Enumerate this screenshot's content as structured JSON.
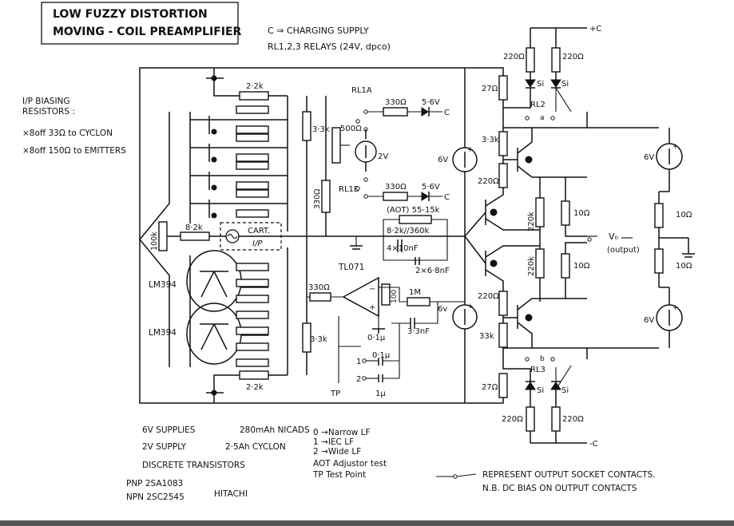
{
  "title": {
    "line1": "LOW FUZZY DISTORTION",
    "line2": "MOVING - COIL PREAMPLIFIER"
  },
  "header_notes": {
    "charging": "C ⇒ CHARGING SUPPLY",
    "relays": "RL1,2,3 RELAYS (24V, dpco)"
  },
  "biasing_notes": {
    "heading1": "I/P BIASING",
    "heading2": "RESISTORS :",
    "line1": "×8off 33Ω to CYCLON",
    "line2": "×8off 150Ω to EMITTERS"
  },
  "labels": {
    "r_2k2_top": "2·2k",
    "r_2k2_bottom": "2·2k",
    "r_3k3_a": "3·3k",
    "r_3k3_b": "3·3k",
    "r_330": "330Ω",
    "r_500": "500Ω",
    "r_100k": "100k",
    "r_8k2": "8·2k",
    "cart": "CART.",
    "ip": "I/P",
    "lm394_a": "LM394",
    "lm394_b": "LM394",
    "rl1a": "RL1A",
    "rl1b": "RL1B",
    "rl2": "RL2",
    "rl3": "RL3",
    "r330_a": "330Ω",
    "r330_b": "330Ω",
    "r330_c": "330Ω",
    "zener_a": "5·6V",
    "zener_b": "5·6V",
    "c_a": "C",
    "c_b": "C",
    "batt_2v": "2V",
    "aot": "(AOT) 55-15k",
    "r_feedback": "8·2k//360k",
    "c_4x10n": "4×10nF",
    "c_2x6n8": "2×6·8nF",
    "opamp": "TL071",
    "r_1m": "1M",
    "r_100": "100",
    "c_0u1_a": "0·1μ",
    "c_3n3": "3·3nF",
    "c_0u1_b": "0·1μ",
    "c_1u": "1μ",
    "sw_1": "1",
    "sw_2": "2",
    "tp": "TP",
    "batt_6v_a": "6V",
    "batt_6v_b": "6v",
    "batt_6v_c": "6V",
    "batt_6v_d": "6V",
    "r_220_top_a": "220Ω",
    "r_220_top_b": "220Ω",
    "r_27_top": "27Ω",
    "si_a": "Si",
    "si_b": "Si",
    "si_c": "Si",
    "si_d": "Si",
    "r_3k3_top": "3·3k",
    "r_220_mid_a": "220Ω",
    "r_220k_a": "220k",
    "r_220k_b": "220k",
    "r_10_a": "10Ω",
    "r_10_b": "10Ω",
    "r_10_c": "10Ω",
    "r_10_d": "10Ω",
    "r_220_mid_b": "220Ω",
    "r_33k": "33k",
    "r_27_bottom": "27Ω",
    "r_220_bot_a": "220Ω",
    "r_220_bot_b": "220Ω",
    "plus_c": "+C",
    "minus_c": "-C",
    "vo": "V₀",
    "output": "(output)",
    "plus_a": "+",
    "plus_b": "+",
    "plus_c_sym": "+",
    "plus_d": "+",
    "contact_a": "a",
    "contact_b": "b"
  },
  "bottom_notes": {
    "supply_6v": "6V SUPPLIES",
    "supply_6v_val": "280mAh NICADS",
    "supply_2v": "2V SUPPLY",
    "supply_2v_val": "2·5Ah CYCLON",
    "discrete": "DISCRETE TRANSISTORS",
    "pnp": "PNP 2SA1083",
    "npn": "NPN 2SC2545",
    "maker": "HITACHI",
    "sw0": "0 →Narrow LF",
    "sw1": "1 →IEC LF",
    "sw2": "2 →Wide LF",
    "aot": "AOT   Adjustor test",
    "tp": "TP     Test Point",
    "contacts": "REPRESENT OUTPUT SOCKET CONTACTS.",
    "nb": "N.B. DC BIAS ON OUTPUT CONTACTS"
  }
}
